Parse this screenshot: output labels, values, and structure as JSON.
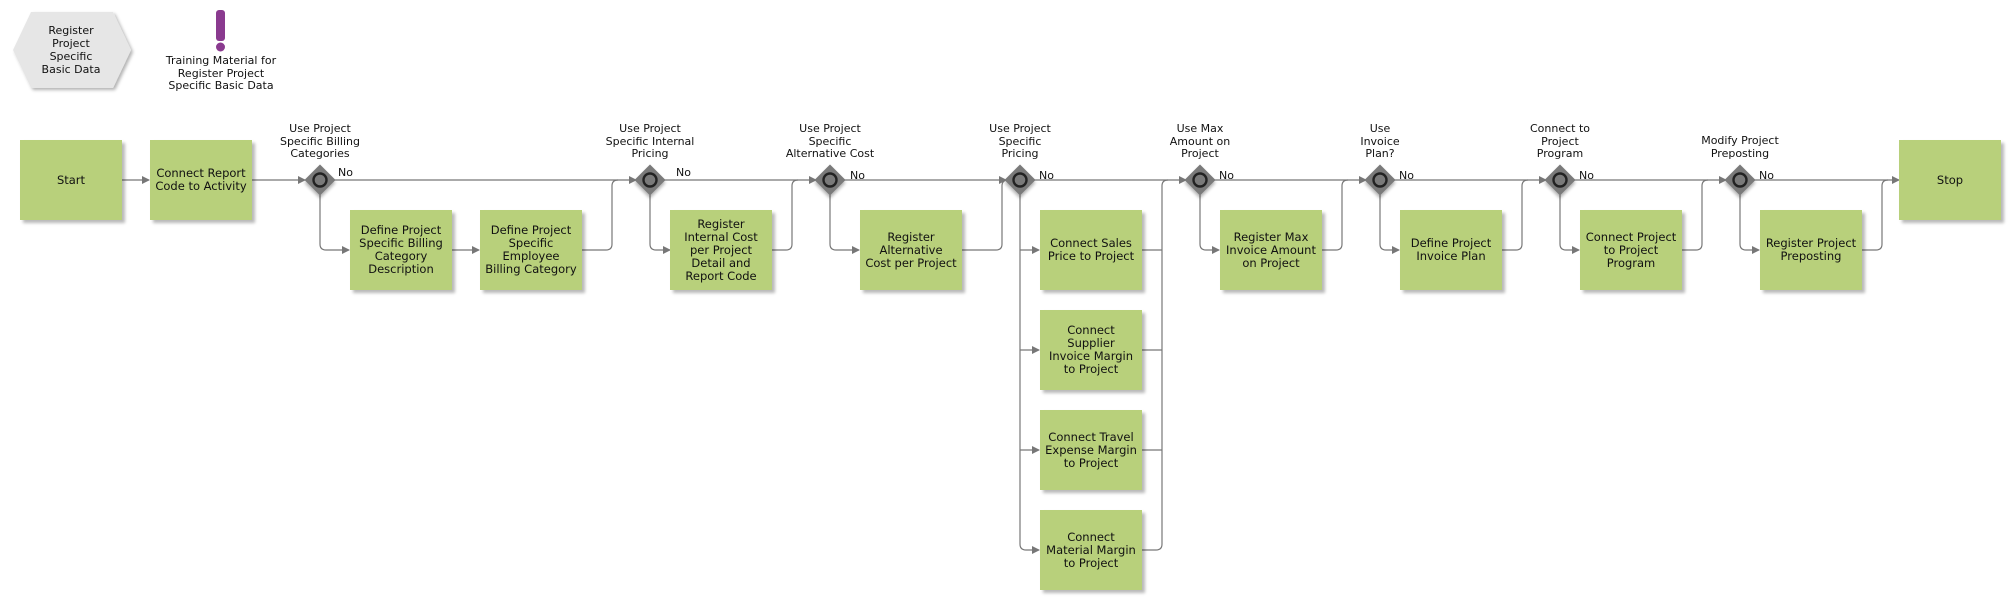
{
  "header": {
    "process_name": "Register Project Specific Basic Data",
    "training_label": "Training Material for Register Project Specific Basic Data",
    "training_icon": "exclamation-icon",
    "icon_color": "#8a3a8f"
  },
  "colors": {
    "activity_fill": "#b8d07b",
    "gateway_fill": "#7a7a7a",
    "connector": "#777777"
  },
  "events": {
    "start": "Start",
    "stop": "Stop"
  },
  "activities": {
    "connect_report_code": "Connect Report Code to Activity",
    "define_billing_category_desc": "Define Project Specific Billing Category Description",
    "define_employee_billing_category": "Define Project Specific Employee Billing Category",
    "register_internal_cost": "Register Internal Cost per Project Detail and Report Code",
    "register_alternative_cost": "Register Alternative Cost per Project",
    "connect_sales_price": "Connect Sales Price to Project",
    "connect_supplier_invoice_margin": "Connect Supplier Invoice Margin to Project",
    "connect_travel_expense_margin": "Connect Travel Expense Margin to Project",
    "connect_material_margin": "Connect Material Margin to Project",
    "register_max_invoice_amount": "Register Max Invoice Amount on Project",
    "define_invoice_plan": "Define Project Invoice Plan",
    "connect_project_program": "Connect Project to Project Program",
    "register_project_preposting": "Register Project Preposting"
  },
  "gateways": {
    "billing_categories": "Use Project Specific Billing Categories",
    "internal_pricing": "Use Project Specific Internal Pricing",
    "alternative_cost": "Use Project Specific Alternative Cost",
    "specific_pricing": "Use Project Specific Pricing",
    "max_amount": "Use Max Amount on Project",
    "invoice_plan": "Use Invoice Plan?",
    "project_program": "Connect to Project Program",
    "preposting": "Modify Project Preposting"
  },
  "branch_label_no": "No"
}
